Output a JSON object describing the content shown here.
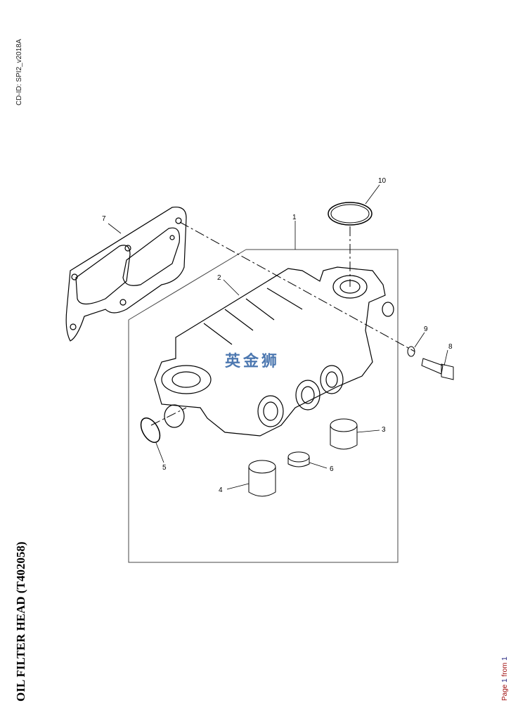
{
  "cd_id": "CD-ID: SPI2_v2018A",
  "title": "OIL FILTER HEAD (T402058)",
  "page": {
    "prefix": "Page ",
    "current": "1",
    "middle": " from ",
    "total": "1"
  },
  "watermark": "英金狮",
  "callouts": {
    "c1": "1",
    "c2": "2",
    "c3": "3",
    "c4": "4",
    "c5": "5",
    "c6": "6",
    "c7": "7",
    "c8": "8",
    "c9": "9",
    "c10": "10"
  }
}
